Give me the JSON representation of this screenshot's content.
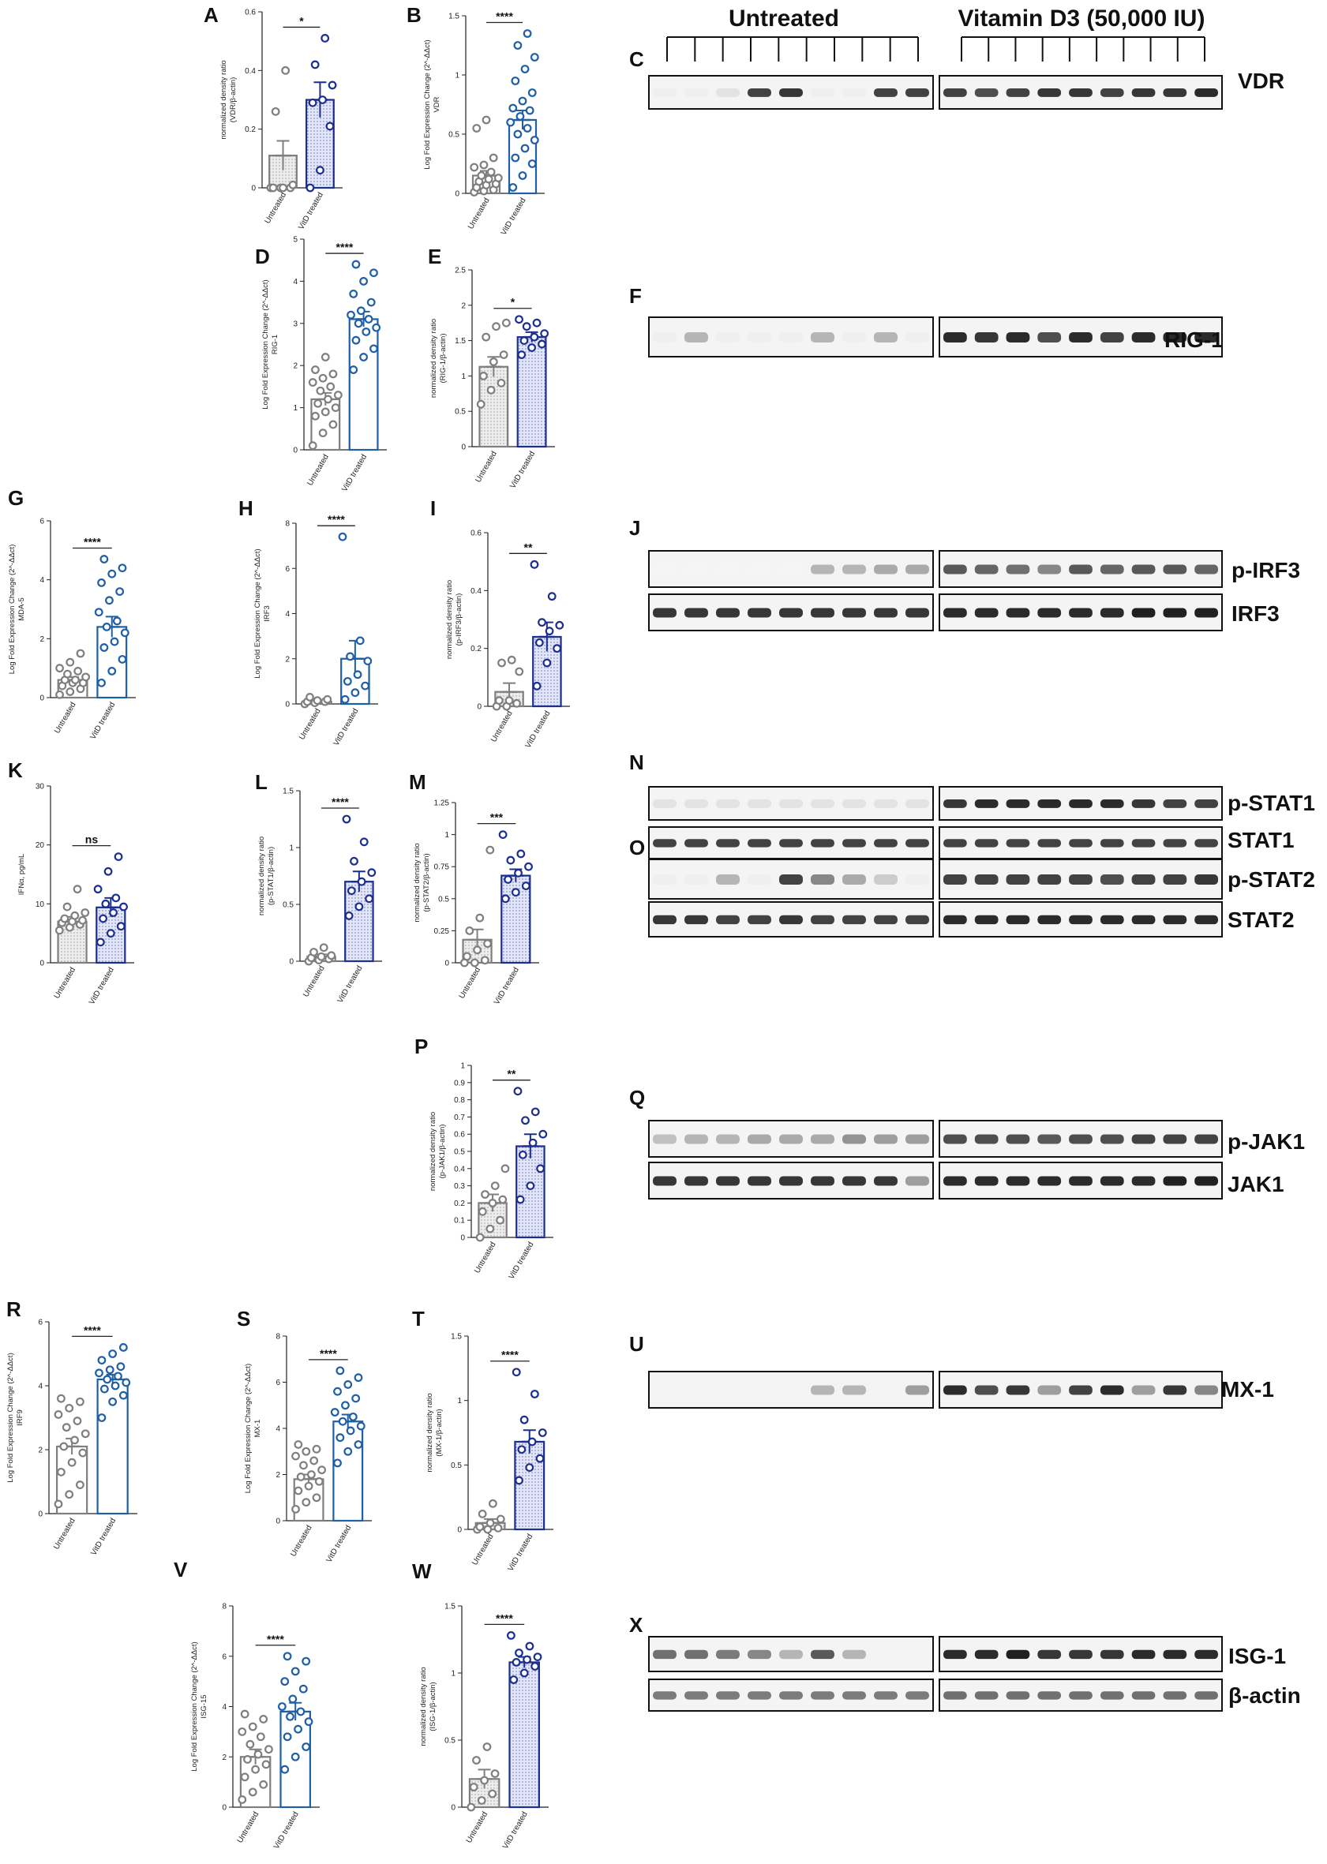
{
  "header": {
    "untreated": "Untreated",
    "treated": "Vitamin D3 (50,000 IU)"
  },
  "colors": {
    "untreated": "#7f7f7f",
    "treated": "#1f5fa5",
    "treated_fill": "#c9d6ee",
    "untreated_fill": "#e2e2e2",
    "treated_dark": "#1c2f8f"
  },
  "chart_data": [
    {
      "panel": "A",
      "type": "bar",
      "categories": [
        "Untreated",
        "VitD treated"
      ],
      "ylabel": [
        "normalized density ratio",
        "(VDR/β-actin)"
      ],
      "yticks": [
        0.0,
        0.2,
        0.4,
        0.6
      ],
      "ylim": [
        0,
        0.6
      ],
      "significance": "*",
      "fill": "dotted",
      "values": [
        0.11,
        0.3
      ],
      "errors": [
        0.05,
        0.06
      ],
      "points": [
        [
          0,
          0,
          0,
          0,
          0,
          0.01,
          0.26,
          0.4
        ],
        [
          0,
          0.06,
          0.21,
          0.29,
          0.3,
          0.35,
          0.42,
          0.51
        ]
      ]
    },
    {
      "panel": "B",
      "type": "bar",
      "categories": [
        "Untreated",
        "VitD treated"
      ],
      "ylabel": [
        "Log Fold Expression Change (2^-ΔΔct)",
        "VDR"
      ],
      "yticks": [
        0.0,
        0.5,
        1.0,
        1.5
      ],
      "ylim": [
        0,
        1.5
      ],
      "significance": "****",
      "fill": "plain",
      "values": [
        0.15,
        0.62
      ],
      "errors": [
        0.04,
        0.08
      ],
      "points": [
        [
          0.01,
          0.02,
          0.03,
          0.05,
          0.07,
          0.08,
          0.1,
          0.12,
          0.13,
          0.15,
          0.18,
          0.22,
          0.24,
          0.3,
          0.55,
          0.62
        ],
        [
          0.05,
          0.15,
          0.25,
          0.3,
          0.38,
          0.45,
          0.5,
          0.55,
          0.6,
          0.65,
          0.7,
          0.72,
          0.78,
          0.85,
          0.95,
          1.05,
          1.15,
          1.25,
          1.35
        ]
      ]
    },
    {
      "panel": "D",
      "type": "bar",
      "categories": [
        "Untreated",
        "VitD treated"
      ],
      "ylabel": [
        "Log Fold Expression Change (2^-ΔΔct)",
        "RIG-1"
      ],
      "yticks": [
        0,
        1,
        2,
        3,
        4,
        5
      ],
      "ylim": [
        0,
        5
      ],
      "significance": "****",
      "fill": "plain",
      "values": [
        1.2,
        3.1
      ],
      "errors": [
        0.15,
        0.18
      ],
      "points": [
        [
          0.1,
          0.4,
          0.6,
          0.8,
          0.9,
          1.0,
          1.1,
          1.2,
          1.3,
          1.4,
          1.5,
          1.6,
          1.7,
          1.8,
          1.9,
          2.2
        ],
        [
          1.9,
          2.2,
          2.4,
          2.6,
          2.8,
          2.9,
          3.0,
          3.1,
          3.2,
          3.3,
          3.5,
          3.7,
          4.0,
          4.2,
          4.4
        ]
      ]
    },
    {
      "panel": "E",
      "type": "bar",
      "categories": [
        "Untreated",
        "VitD treated"
      ],
      "ylabel": [
        "normalized density ratio",
        "(RIG-1/β-actin)"
      ],
      "yticks": [
        0.0,
        0.5,
        1.0,
        1.5,
        2.0,
        2.5
      ],
      "ylim": [
        0,
        2.5
      ],
      "significance": "*",
      "fill": "dotted",
      "values": [
        1.13,
        1.55
      ],
      "errors": [
        0.14,
        0.07
      ],
      "points": [
        [
          0.6,
          0.8,
          0.9,
          1.0,
          1.2,
          1.3,
          1.55,
          1.7,
          1.75
        ],
        [
          1.3,
          1.4,
          1.45,
          1.5,
          1.55,
          1.6,
          1.7,
          1.75,
          1.8
        ]
      ]
    },
    {
      "panel": "G",
      "type": "bar",
      "categories": [
        "Untreated",
        "VitD treated"
      ],
      "ylabel": [
        "Log Fold Expression Change (2^-ΔΔct)",
        "MDA-5"
      ],
      "yticks": [
        0,
        2,
        4,
        6
      ],
      "ylim": [
        0,
        6
      ],
      "significance": "****",
      "fill": "plain",
      "values": [
        0.6,
        2.4
      ],
      "errors": [
        0.1,
        0.35
      ],
      "points": [
        [
          0.1,
          0.2,
          0.3,
          0.4,
          0.5,
          0.5,
          0.6,
          0.6,
          0.7,
          0.8,
          0.9,
          1.0,
          1.2,
          1.5
        ],
        [
          0.5,
          0.9,
          1.3,
          1.7,
          1.9,
          2.2,
          2.4,
          2.6,
          2.9,
          3.3,
          3.6,
          3.9,
          4.2,
          4.4,
          4.7
        ]
      ]
    },
    {
      "panel": "H",
      "type": "bar",
      "categories": [
        "Untreated",
        "VitD treated"
      ],
      "ylabel": [
        "Log Fold Expression Change (2^-ΔΔct)",
        "IRF3"
      ],
      "yticks": [
        0,
        2,
        4,
        6,
        8
      ],
      "ylim": [
        0,
        8
      ],
      "significance": "****",
      "fill": "plain",
      "values": [
        0.1,
        2.0
      ],
      "errors": [
        0.05,
        0.8
      ],
      "points": [
        [
          0.0,
          0.05,
          0.1,
          0.1,
          0.15,
          0.2,
          0.3
        ],
        [
          0.2,
          0.5,
          0.8,
          1.0,
          1.3,
          1.9,
          2.1,
          2.8,
          7.4
        ]
      ]
    },
    {
      "panel": "I",
      "type": "bar",
      "categories": [
        "Untreated",
        "VitD treated"
      ],
      "ylabel": [
        "normalized density ratio",
        "(p-IRF3/β-actin)"
      ],
      "yticks": [
        0.0,
        0.2,
        0.4,
        0.6
      ],
      "ylim": [
        0,
        0.6
      ],
      "significance": "**",
      "fill": "dotted",
      "values": [
        0.05,
        0.24
      ],
      "errors": [
        0.03,
        0.05
      ],
      "points": [
        [
          0.0,
          0.0,
          0.01,
          0.02,
          0.02,
          0.12,
          0.15,
          0.16
        ],
        [
          0.07,
          0.15,
          0.2,
          0.22,
          0.26,
          0.28,
          0.29,
          0.38,
          0.49
        ]
      ]
    },
    {
      "panel": "K",
      "type": "bar",
      "categories": [
        "Untreated",
        "VitD treated"
      ],
      "ylabel": [
        "IFNα, pg/mL"
      ],
      "yticks": [
        0,
        10,
        20,
        30
      ],
      "ylim": [
        0,
        30
      ],
      "significance": "ns",
      "fill": "dotted",
      "values": [
        7.0,
        9.4
      ],
      "errors": [
        0.8,
        1.6
      ],
      "points": [
        [
          5.5,
          6.0,
          6.5,
          6.8,
          7.0,
          7.2,
          7.5,
          8.0,
          8.5,
          9.5,
          12.5
        ],
        [
          3.5,
          5.0,
          6.2,
          7.5,
          8.5,
          9.5,
          10.0,
          11.0,
          12.5,
          15.5,
          18.0
        ]
      ]
    },
    {
      "panel": "L",
      "type": "bar",
      "categories": [
        "Untreated",
        "VitD treated"
      ],
      "ylabel": [
        "normalized density ratio",
        "(p-STAT1/β-actin)"
      ],
      "yticks": [
        0.0,
        0.5,
        1.0,
        1.5
      ],
      "ylim": [
        0,
        1.5
      ],
      "significance": "****",
      "fill": "dotted",
      "values": [
        0.04,
        0.7
      ],
      "errors": [
        0.02,
        0.09
      ],
      "points": [
        [
          0.0,
          0.01,
          0.02,
          0.03,
          0.04,
          0.05,
          0.08,
          0.12
        ],
        [
          0.4,
          0.48,
          0.55,
          0.62,
          0.7,
          0.78,
          0.88,
          1.05,
          1.25
        ]
      ]
    },
    {
      "panel": "M",
      "type": "bar",
      "categories": [
        "Untreated",
        "VitD treated"
      ],
      "ylabel": [
        "normalized density ratio",
        "(p-STAT2/β-actin)"
      ],
      "yticks": [
        0.0,
        0.25,
        0.5,
        0.75,
        1.0,
        1.25
      ],
      "ylim": [
        0,
        1.25
      ],
      "significance": "***",
      "fill": "dotted",
      "values": [
        0.18,
        0.68
      ],
      "errors": [
        0.08,
        0.05
      ],
      "points": [
        [
          0.0,
          0.0,
          0.02,
          0.05,
          0.1,
          0.15,
          0.25,
          0.35,
          0.88
        ],
        [
          0.5,
          0.55,
          0.6,
          0.65,
          0.7,
          0.75,
          0.8,
          0.85,
          1.0
        ]
      ]
    },
    {
      "panel": "P",
      "type": "bar",
      "categories": [
        "Untreated",
        "VitD treated"
      ],
      "ylabel": [
        "normalized density ratio",
        "(p-JAK1/β-actin)"
      ],
      "yticks": [
        0.0,
        0.1,
        0.2,
        0.3,
        0.4,
        0.5,
        0.6,
        0.7,
        0.8,
        0.9,
        1.0
      ],
      "ylim": [
        0,
        1.0
      ],
      "significance": "**",
      "fill": "dotted",
      "values": [
        0.2,
        0.53
      ],
      "errors": [
        0.05,
        0.07
      ],
      "points": [
        [
          0.0,
          0.05,
          0.1,
          0.15,
          0.2,
          0.22,
          0.25,
          0.3,
          0.4
        ],
        [
          0.22,
          0.3,
          0.4,
          0.48,
          0.55,
          0.6,
          0.68,
          0.73,
          0.85
        ]
      ]
    },
    {
      "panel": "R",
      "type": "bar",
      "categories": [
        "Untreated",
        "VitD treated"
      ],
      "ylabel": [
        "Log Fold Expression Change (2^-ΔΔct)",
        "IRF9"
      ],
      "yticks": [
        0,
        2,
        4,
        6
      ],
      "ylim": [
        0,
        6
      ],
      "significance": "****",
      "fill": "plain",
      "values": [
        2.1,
        4.2
      ],
      "errors": [
        0.25,
        0.15
      ],
      "points": [
        [
          0.3,
          0.6,
          0.9,
          1.3,
          1.6,
          1.9,
          2.1,
          2.3,
          2.5,
          2.7,
          2.9,
          3.1,
          3.3,
          3.5,
          3.6
        ],
        [
          3.0,
          3.5,
          3.7,
          3.9,
          4.0,
          4.1,
          4.2,
          4.3,
          4.4,
          4.5,
          4.6,
          4.8,
          5.0,
          5.2
        ]
      ]
    },
    {
      "panel": "S",
      "type": "bar",
      "categories": [
        "Untreated",
        "VitD treated"
      ],
      "ylabel": [
        "Log Fold Expression Change (2^-ΔΔct)",
        "MX-1"
      ],
      "yticks": [
        0,
        2,
        4,
        6,
        8
      ],
      "ylim": [
        0,
        8
      ],
      "significance": "****",
      "fill": "plain",
      "values": [
        1.8,
        4.3
      ],
      "errors": [
        0.2,
        0.3
      ],
      "points": [
        [
          0.5,
          0.8,
          1.0,
          1.3,
          1.5,
          1.7,
          1.9,
          2.0,
          2.2,
          2.4,
          2.6,
          2.8,
          3.0,
          3.1,
          3.3
        ],
        [
          2.5,
          3.0,
          3.3,
          3.6,
          3.9,
          4.1,
          4.3,
          4.5,
          4.7,
          5.0,
          5.3,
          5.6,
          5.9,
          6.2,
          6.5
        ]
      ]
    },
    {
      "panel": "T",
      "type": "bar",
      "categories": [
        "Untreated",
        "VitD treated"
      ],
      "ylabel": [
        "normalized density ratio",
        "(MX-1/β-actin)"
      ],
      "yticks": [
        0.0,
        0.5,
        1.0,
        1.5
      ],
      "ylim": [
        0,
        1.5
      ],
      "significance": "****",
      "fill": "dotted",
      "values": [
        0.05,
        0.68
      ],
      "errors": [
        0.03,
        0.09
      ],
      "points": [
        [
          0.0,
          0.0,
          0.01,
          0.02,
          0.05,
          0.08,
          0.12,
          0.2
        ],
        [
          0.38,
          0.48,
          0.55,
          0.62,
          0.68,
          0.75,
          0.85,
          1.05,
          1.22
        ]
      ]
    },
    {
      "panel": "V",
      "type": "bar",
      "categories": [
        "Untreated",
        "VitD treated"
      ],
      "ylabel": [
        "Log Fold Expression Change (2^-ΔΔct)",
        "ISG-15"
      ],
      "yticks": [
        0,
        2,
        4,
        6,
        8
      ],
      "ylim": [
        0,
        8
      ],
      "significance": "****",
      "fill": "plain",
      "values": [
        2.0,
        3.8
      ],
      "errors": [
        0.3,
        0.35
      ],
      "points": [
        [
          0.3,
          0.6,
          0.9,
          1.2,
          1.5,
          1.7,
          1.9,
          2.1,
          2.3,
          2.5,
          2.8,
          3.0,
          3.2,
          3.5,
          3.7
        ],
        [
          1.5,
          2.0,
          2.4,
          2.8,
          3.1,
          3.4,
          3.6,
          3.8,
          4.0,
          4.3,
          4.7,
          5.0,
          5.4,
          5.8,
          6.0
        ]
      ]
    },
    {
      "panel": "W",
      "type": "bar",
      "categories": [
        "Untreated",
        "VitD treated"
      ],
      "ylabel": [
        "normalized density ratio",
        "(ISG-1/β-actin)"
      ],
      "yticks": [
        0.0,
        0.5,
        1.0,
        1.5
      ],
      "ylim": [
        0,
        1.5
      ],
      "significance": "****",
      "fill": "dotted",
      "values": [
        0.21,
        1.08
      ],
      "errors": [
        0.07,
        0.04
      ],
      "points": [
        [
          0.0,
          0.05,
          0.1,
          0.15,
          0.2,
          0.25,
          0.35,
          0.45
        ],
        [
          0.95,
          1.0,
          1.05,
          1.08,
          1.1,
          1.12,
          1.15,
          1.2,
          1.28
        ]
      ]
    }
  ],
  "blots": [
    {
      "panel": "C",
      "labels": [
        "VDR"
      ]
    },
    {
      "panel": "F",
      "labels": [
        "RIG-1"
      ]
    },
    {
      "panel": "J",
      "labels": [
        "p-IRF3",
        "IRF3"
      ]
    },
    {
      "panel": "N",
      "labels": [
        "p-STAT1",
        "STAT1"
      ]
    },
    {
      "panel": "O",
      "labels": [
        "p-STAT2",
        "STAT2"
      ]
    },
    {
      "panel": "Q",
      "labels": [
        "p-JAK1",
        "JAK1"
      ]
    },
    {
      "panel": "U",
      "labels": [
        "MX-1"
      ]
    },
    {
      "panel": "X",
      "labels": [
        "ISG-1",
        "β-actin"
      ]
    }
  ]
}
